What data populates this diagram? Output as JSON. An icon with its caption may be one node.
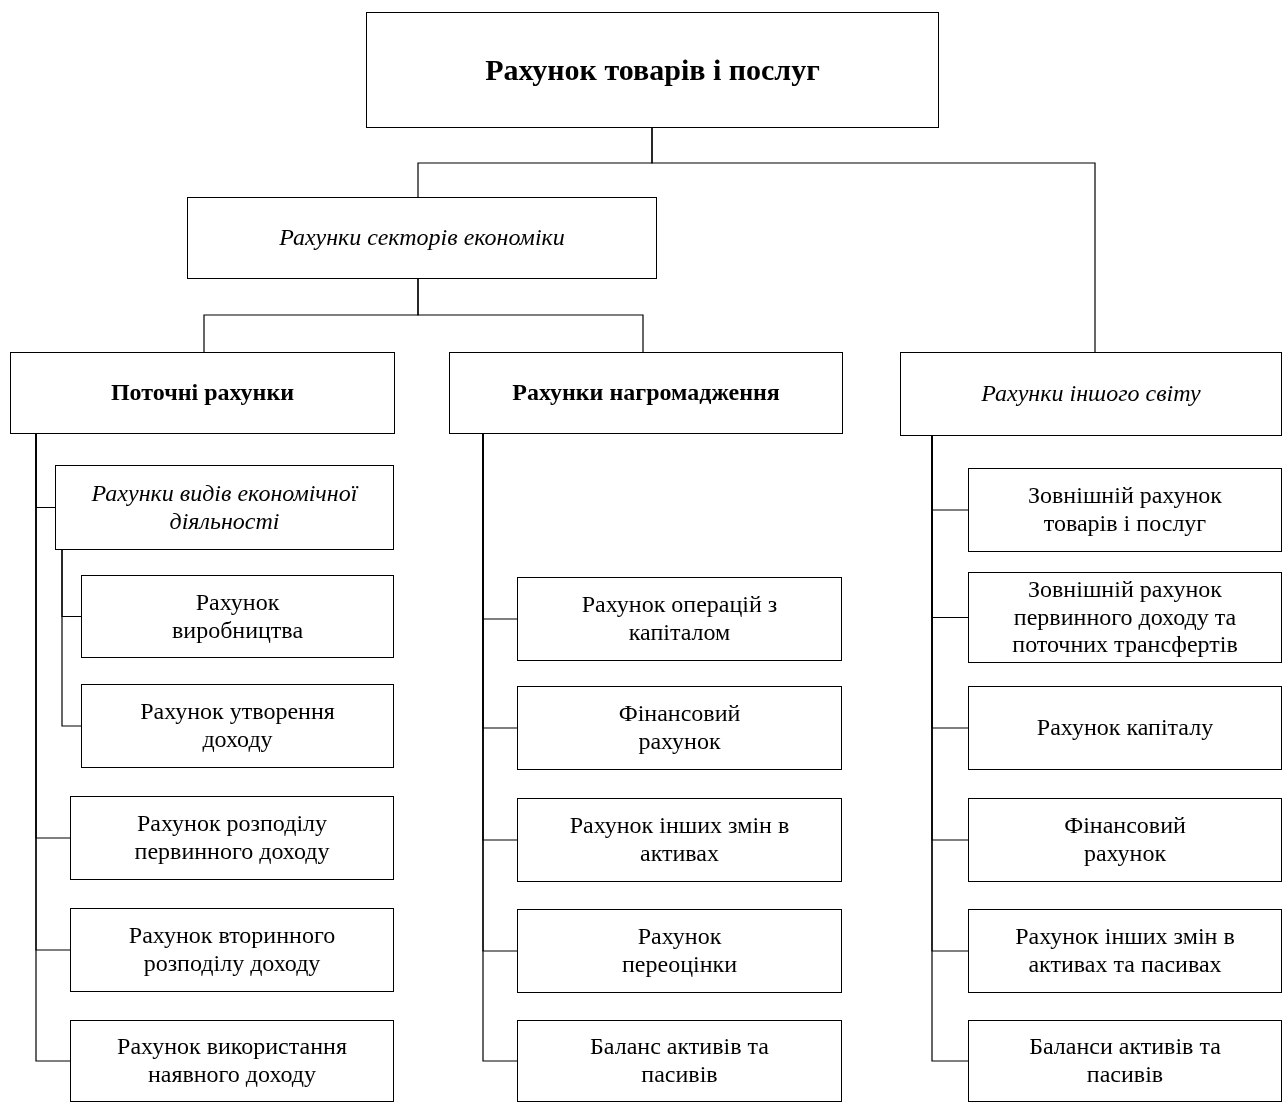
{
  "diagram": {
    "nodes": [
      {
        "text": [
          "Рахунок товарів і послуг"
        ]
      },
      {
        "text": [
          "Рахунки секторів економіки"
        ]
      },
      {
        "text": [
          "Поточні рахунки"
        ]
      },
      {
        "text": [
          "Рахунки нагромадження"
        ]
      },
      {
        "text": [
          "Рахунки іншого світу"
        ]
      },
      {
        "text": [
          "Рахунки видів економічної діяльності"
        ]
      },
      {
        "text": [
          "Рахунок виробництва"
        ]
      },
      {
        "text": [
          "Рахунок утворення доходу"
        ]
      },
      {
        "text": [
          "Рахунок розподілу первинного доходу"
        ]
      },
      {
        "text": [
          "Рахунок вторинного розподілу доходу"
        ]
      },
      {
        "text": [
          "Рахунок використання наявного доходу"
        ]
      },
      {
        "text": [
          "Рахунок операцій з капіталом"
        ]
      },
      {
        "text": [
          "Фінансовий рахунок"
        ]
      },
      {
        "text": [
          "Рахунок інших змін в активах"
        ]
      },
      {
        "text": [
          "Рахунок переоцінки"
        ]
      },
      {
        "text": [
          "Баланс активів та пасивів"
        ]
      },
      {
        "text": [
          "Зовнішній рахунок товарів і послуг"
        ]
      },
      {
        "text": [
          "Зовнішній рахунок первинного доходу та поточних трансфертів"
        ]
      },
      {
        "text": [
          "Рахунок капіталу"
        ]
      },
      {
        "text": [
          "Фінансовий рахунок"
        ]
      },
      {
        "text": [
          "Рахунок інших змін в активах та пасивах"
        ]
      },
      {
        "text": [
          "Баланси активів та пасивів"
        ]
      }
    ],
    "edges": [
      {
        "from": 0,
        "to": 1,
        "arrow": "none"
      },
      {
        "from": 0,
        "to": 4,
        "arrow": "none"
      },
      {
        "from": 1,
        "to": 2,
        "arrow": "none"
      },
      {
        "from": 1,
        "to": 3,
        "arrow": "none"
      },
      {
        "from": 2,
        "to": 5,
        "arrow": "none"
      },
      {
        "from": 5,
        "to": 6,
        "arrow": "none"
      },
      {
        "from": 5,
        "to": 7,
        "arrow": "none"
      },
      {
        "from": 2,
        "to": 8,
        "arrow": "none"
      },
      {
        "from": 2,
        "to": 9,
        "arrow": "none"
      },
      {
        "from": 2,
        "to": 10,
        "arrow": "none"
      },
      {
        "from": 3,
        "to": 11,
        "arrow": "none"
      },
      {
        "from": 3,
        "to": 12,
        "arrow": "none"
      },
      {
        "from": 3,
        "to": 13,
        "arrow": "none"
      },
      {
        "from": 3,
        "to": 14,
        "arrow": "none"
      },
      {
        "from": 3,
        "to": 15,
        "arrow": "none"
      },
      {
        "from": 4,
        "to": 16,
        "arrow": "none"
      },
      {
        "from": 4,
        "to": 17,
        "arrow": "none"
      },
      {
        "from": 4,
        "to": 18,
        "arrow": "none"
      },
      {
        "from": 4,
        "to": 19,
        "arrow": "none"
      },
      {
        "from": 4,
        "to": 20,
        "arrow": "none"
      },
      {
        "from": 4,
        "to": 21,
        "arrow": "none"
      }
    ]
  }
}
